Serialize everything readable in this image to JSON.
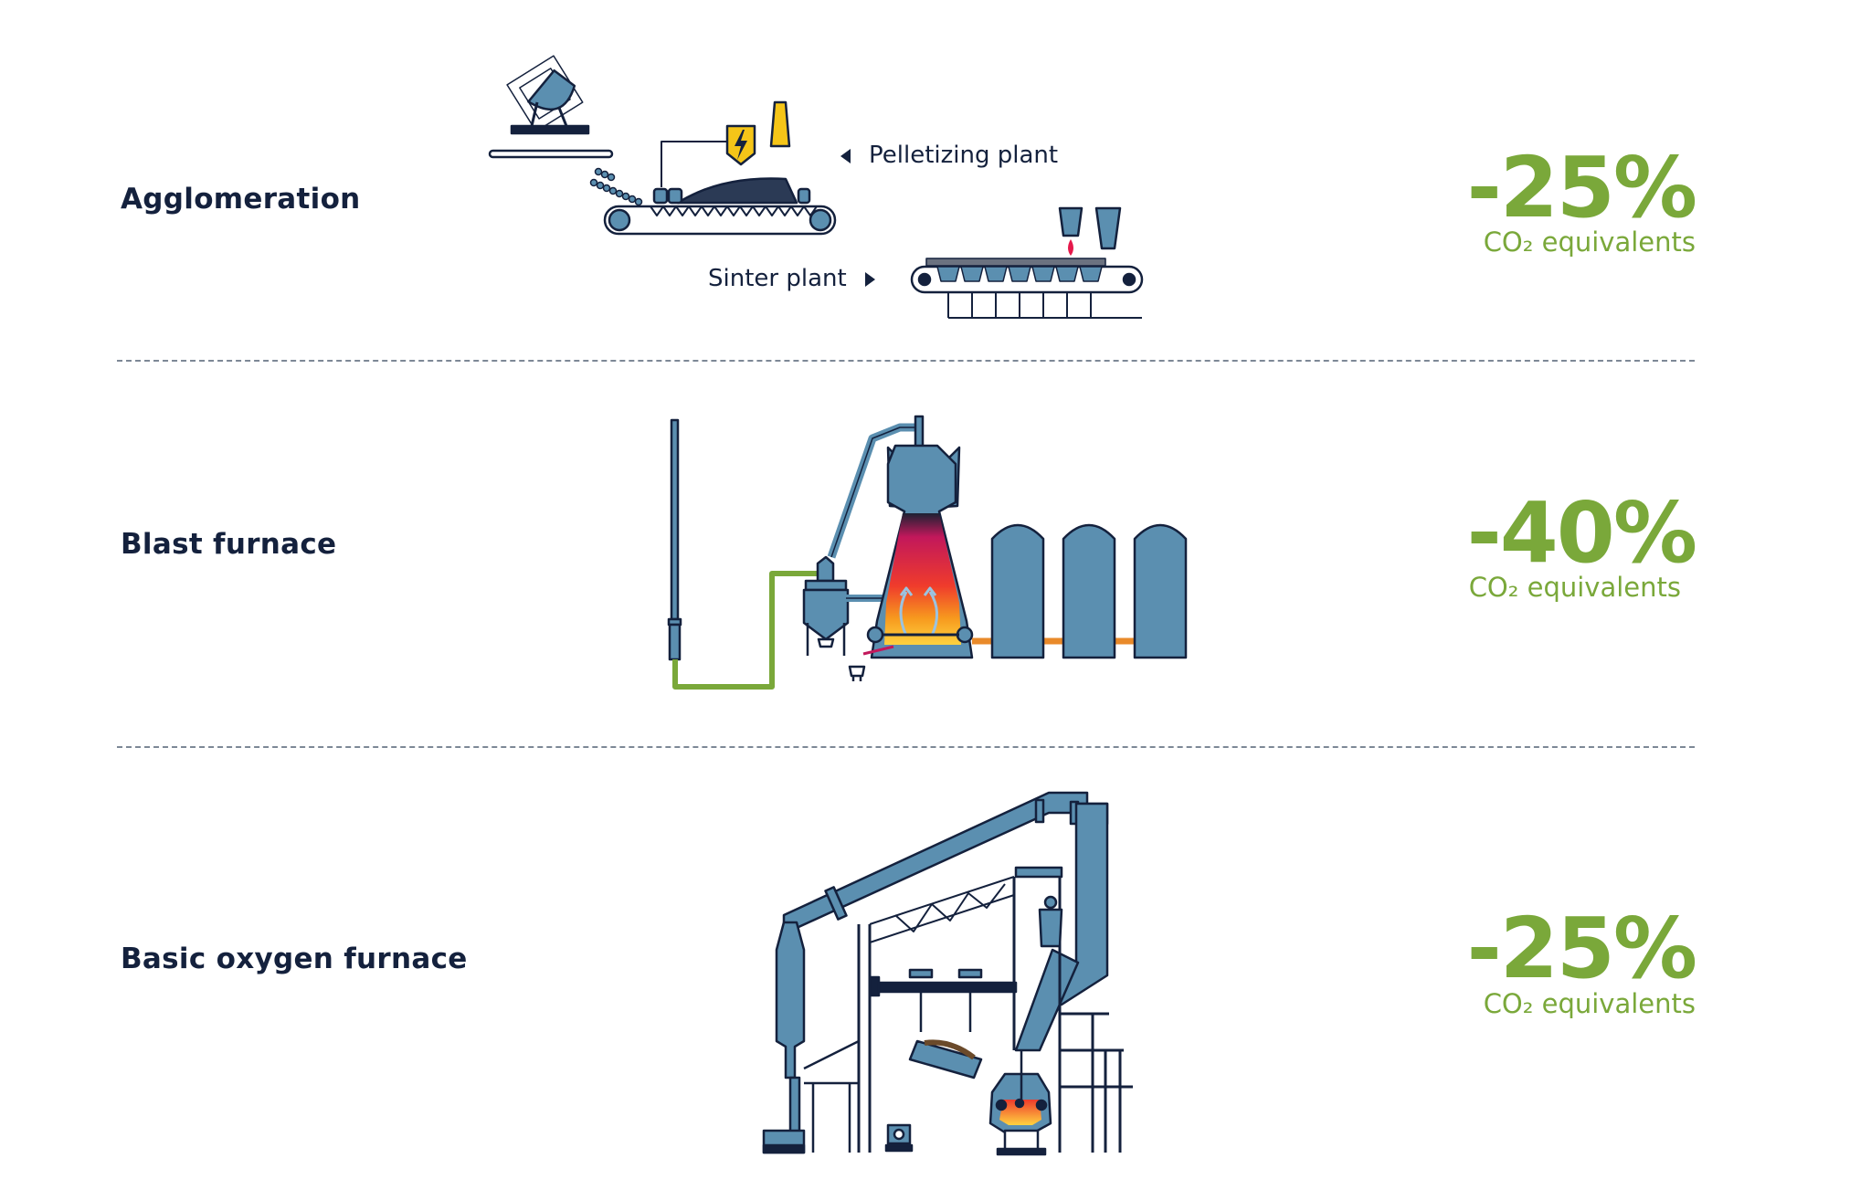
{
  "sections": [
    {
      "title": "Agglomeration",
      "reduction": "-25%",
      "unit": "CO₂ equivalents"
    },
    {
      "title": "Blast furnace",
      "reduction": "-40%",
      "unit": "CO₂ equivalents"
    },
    {
      "title": "Basic oxygen furnace",
      "reduction": "-25%",
      "unit": "CO₂ equivalents"
    }
  ],
  "agglomeration": {
    "pelletizing_label": "Pelletizing plant",
    "sinter_label": "Sinter plant"
  },
  "colors": {
    "navy": "#14213d",
    "steel_blue": "#5b8fb0",
    "green": "#7aa83a",
    "orange": "#e98a2a",
    "yellow": "#f5c518"
  }
}
